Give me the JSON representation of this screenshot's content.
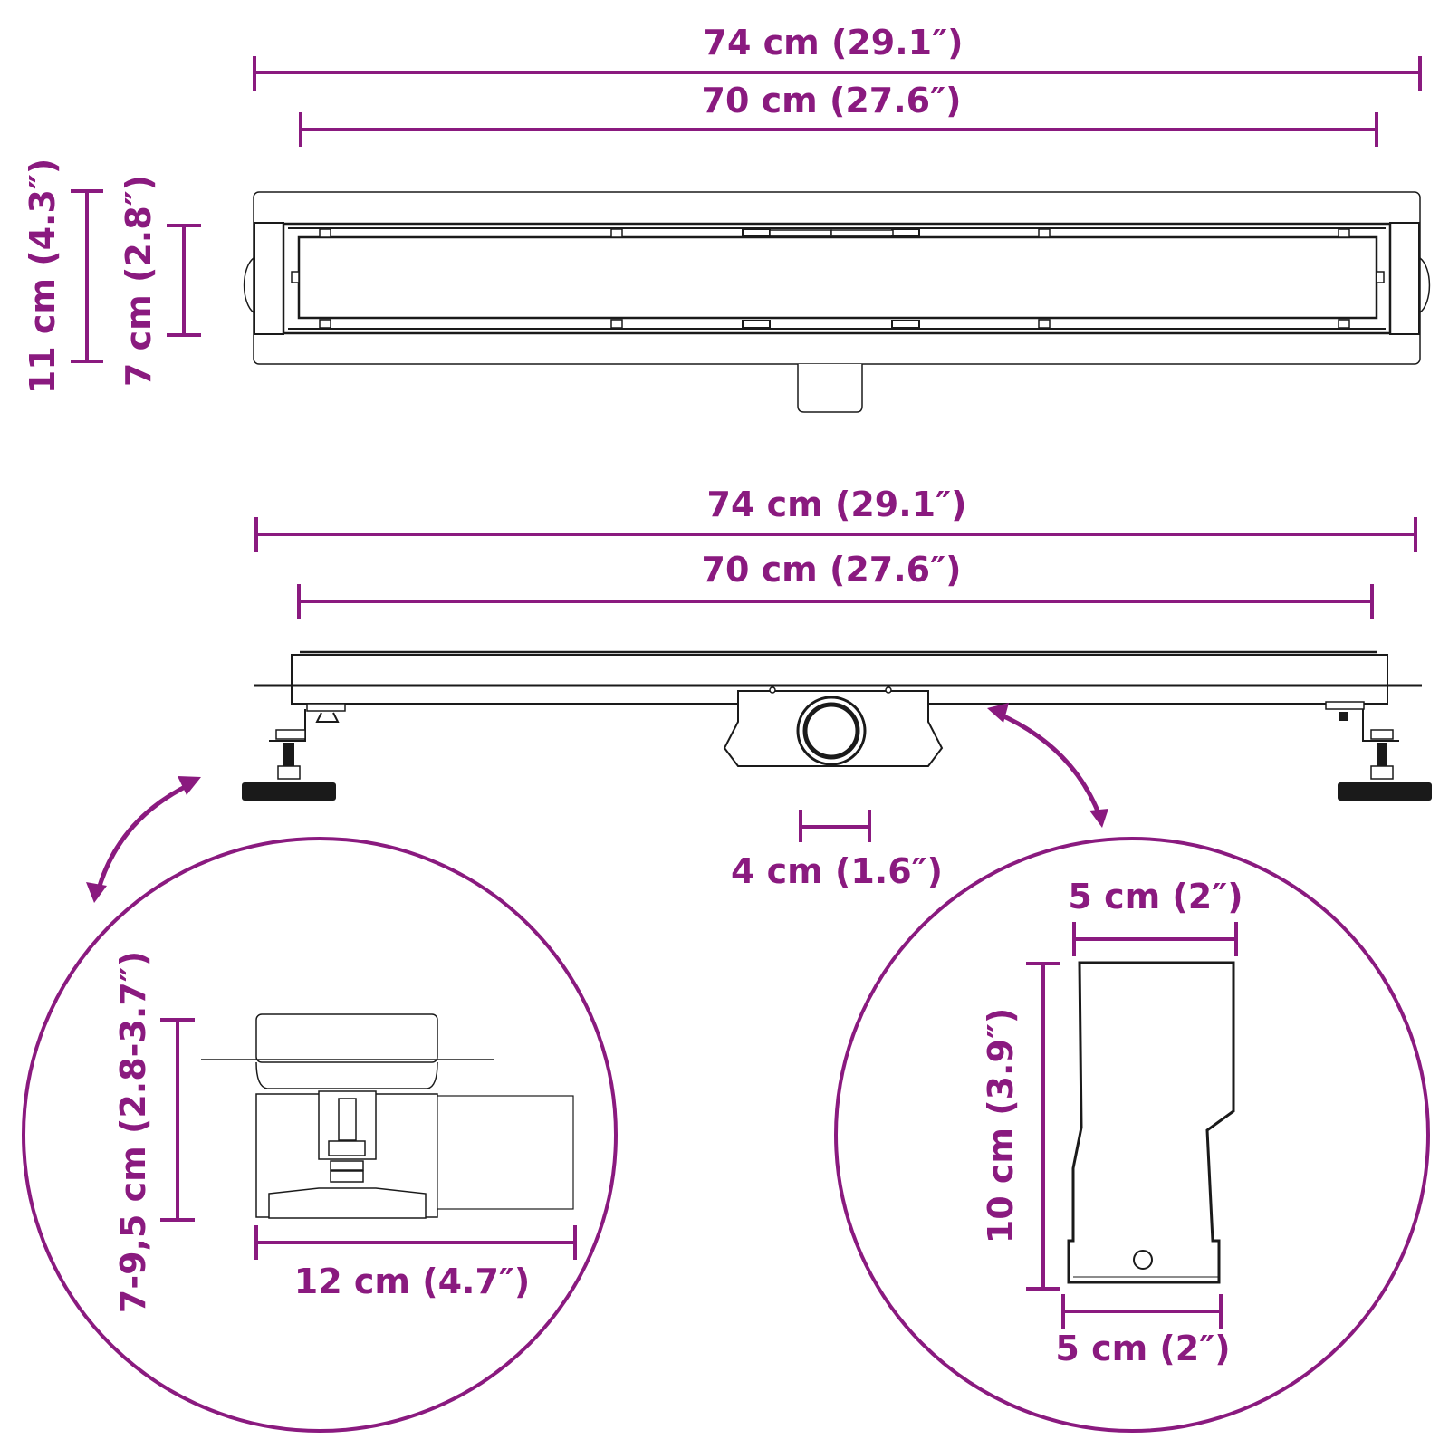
{
  "colors": {
    "accent": "#8a1a7f",
    "line": "#1a1a1a",
    "background": "#ffffff"
  },
  "top_view": {
    "overall_length": "74 cm (29.1″)",
    "grate_length": "70 cm (27.6″)",
    "overall_width": "11 cm (4.3″)",
    "grate_width": "7 cm (2.8″)"
  },
  "side_view": {
    "overall_length": "74 cm (29.1″)",
    "grate_length": "70 cm (27.6″)",
    "outlet_diameter": "4 cm (1.6″)"
  },
  "detail_left": {
    "height_range": "7-9,5 cm (2.8-3.7″)",
    "depth": "12 cm (4.7″)"
  },
  "detail_right": {
    "top_width": "5 cm (2″)",
    "height": "10 cm (3.9″)",
    "bottom_width": "5 cm (2″)"
  }
}
